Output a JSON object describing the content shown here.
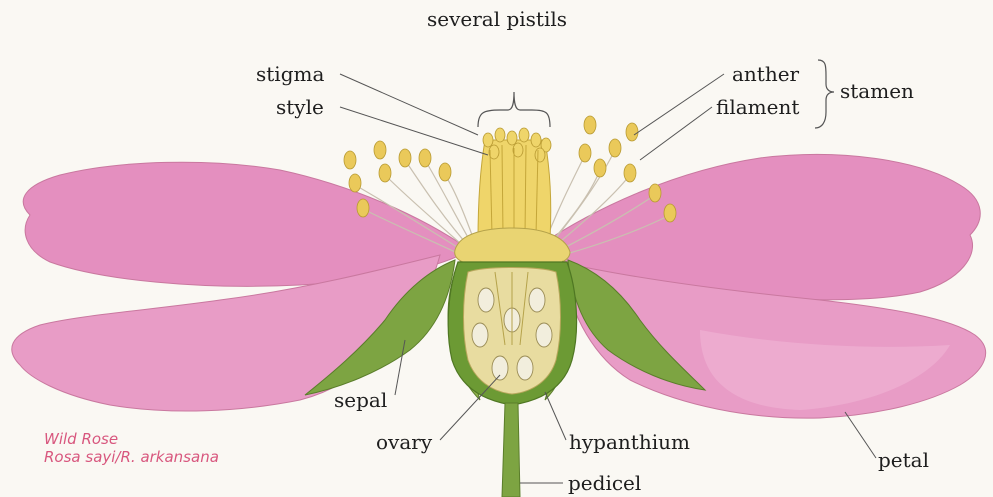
{
  "labels": {
    "pistils": "several pistils",
    "stigma": "stigma",
    "style": "style",
    "anther": "anther",
    "filament": "filament",
    "stamen": "stamen",
    "sepal": "sepal",
    "ovary": "ovary",
    "hypanthium": "hypanthium",
    "pedicel": "pedicel",
    "petal": "petal"
  },
  "caption": {
    "common_name": "Wild Rose",
    "scientific_name": "Rosa sayi/R. arkansana"
  },
  "colors": {
    "background": "#faf8f3",
    "petal": "#e48fbf",
    "petal_light": "#f0b5d6",
    "sepal": "#7da442",
    "receptacle": "#e9d472",
    "anther": "#eac95a",
    "caption": "#d8577e",
    "leader_line": "#555555"
  }
}
